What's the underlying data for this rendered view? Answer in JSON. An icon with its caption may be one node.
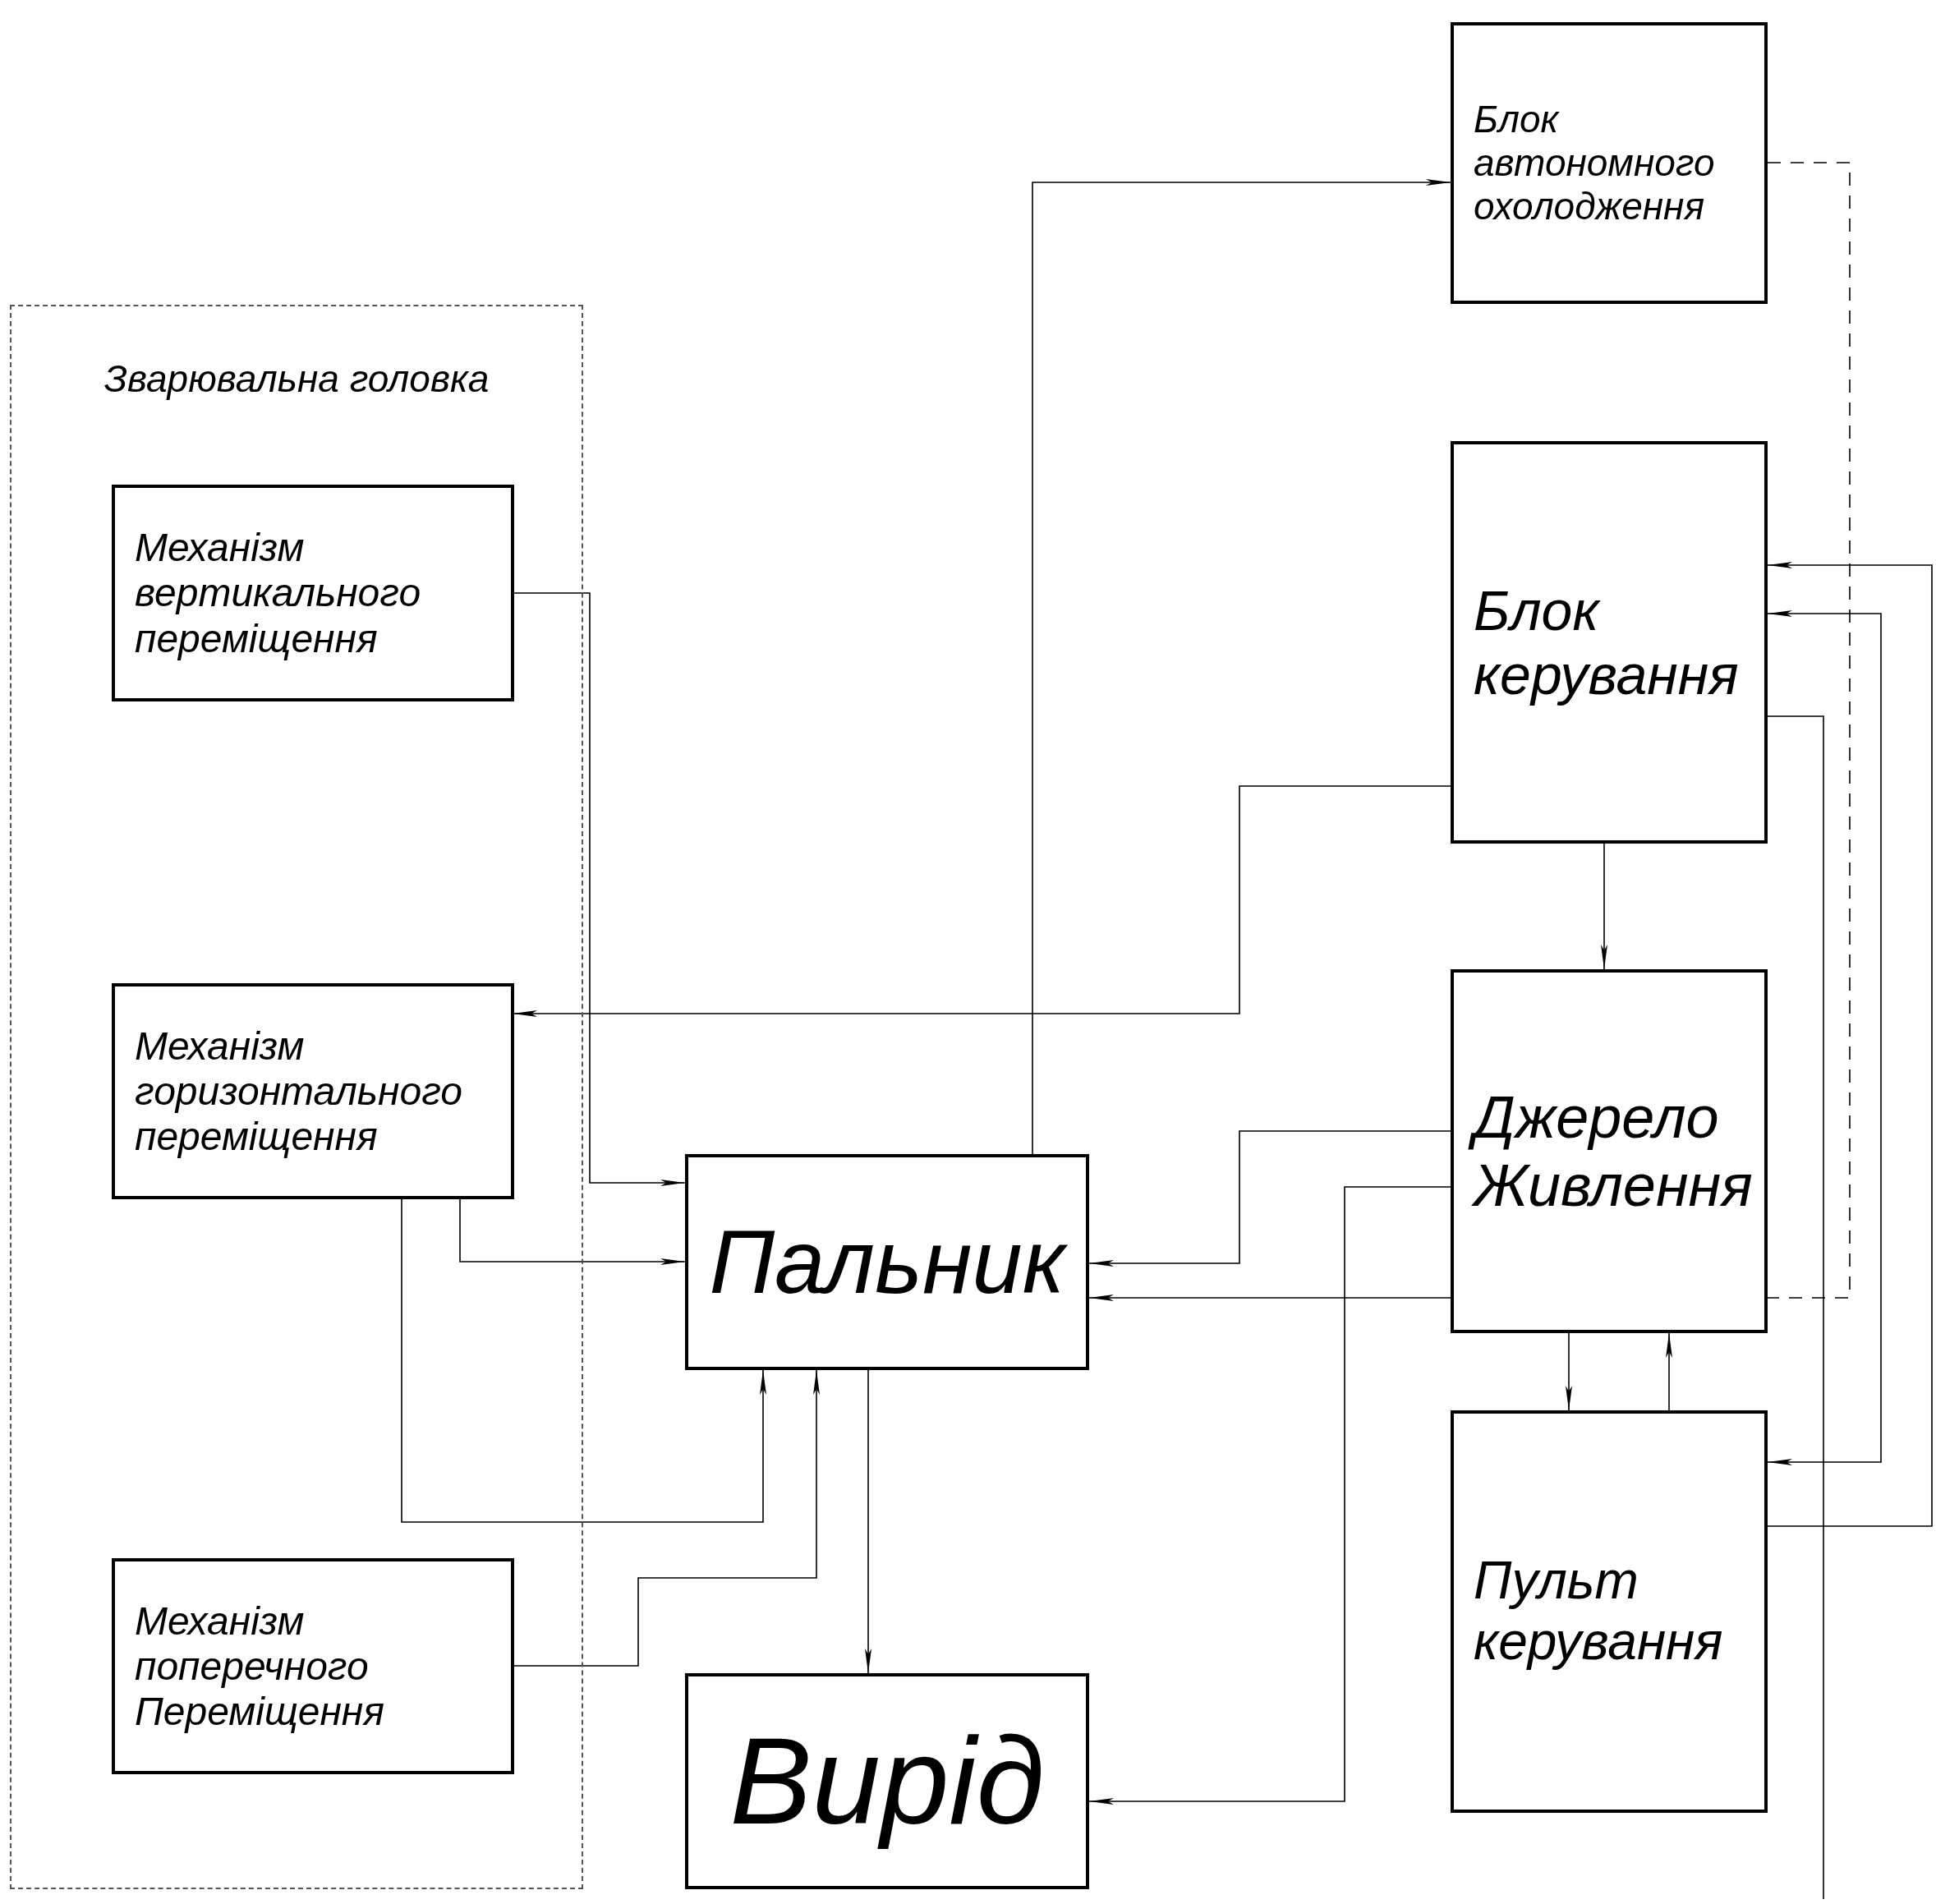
{
  "diagram": {
    "nodes": [
      {
        "text": [
          "Зварювальна головка"
        ]
      },
      {
        "text": [
          "Механізм вертикального переміщення"
        ],
        "in": 0
      },
      {
        "text": [
          "Механізм горизонтального переміщення"
        ],
        "in": 0
      },
      {
        "text": [
          "Механізм поперечного Переміщення"
        ],
        "in": 0
      },
      {
        "text": [
          "Пальник"
        ]
      },
      {
        "text": [
          "Вирід"
        ]
      },
      {
        "text": [
          "Блок автономного охолодження"
        ]
      },
      {
        "text": [
          "Блок керування"
        ]
      },
      {
        "text": [
          "Джерело Живлення"
        ]
      },
      {
        "text": [
          "Пульт керування"
        ]
      }
    ],
    "edges": [
      {
        "from": 1,
        "to": 4,
        "arrow": "to"
      },
      {
        "from": 2,
        "to": 4,
        "arrow": "to"
      },
      {
        "from": 2,
        "to": 4,
        "arrow": "to"
      },
      {
        "from": 3,
        "to": 4,
        "arrow": "to"
      },
      {
        "from": 4,
        "to": 5,
        "arrow": "to"
      },
      {
        "from": 4,
        "to": 6,
        "arrow": "to"
      },
      {
        "from": 7,
        "to": 2,
        "arrow": "to"
      },
      {
        "from": 7,
        "to": 8,
        "arrow": "to"
      },
      {
        "from": 8,
        "to": 4,
        "arrow": "to"
      },
      {
        "from": 8,
        "to": 4,
        "arrow": "to"
      },
      {
        "from": 8,
        "to": 5,
        "arrow": "to"
      },
      {
        "from": 8,
        "to": 9,
        "arrow": "to"
      },
      {
        "from": 9,
        "to": 8,
        "arrow": "to"
      },
      {
        "from": 6,
        "to": 8,
        "arrow": "none",
        "style": "dashed"
      },
      {
        "from": 7,
        "to": null,
        "arrow": "none"
      },
      {
        "from": 9,
        "to": 7,
        "arrow": "to"
      },
      {
        "from": 9,
        "to": 7,
        "arrow": "both"
      }
    ]
  }
}
